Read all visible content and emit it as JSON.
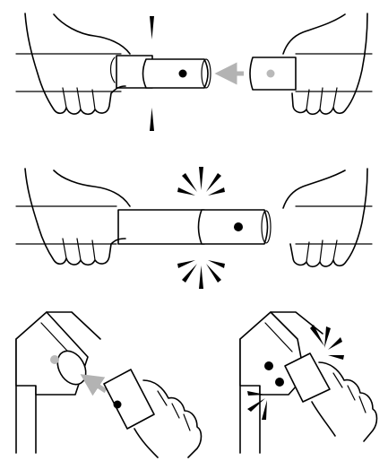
{
  "diagram": {
    "colors": {
      "line": "#000000",
      "pin_active": "#000000",
      "pin_inactive": "#b9b9b9",
      "arrow": "#b3b3b3",
      "background": "#ffffff"
    },
    "panels": [
      {
        "id": "step-1",
        "action": "slide-sleeve-onto-tube",
        "icons": [
          "hand-icon",
          "hand-icon",
          "push-arrow-icon",
          "snap-marker-icon",
          "snap-marker-icon"
        ]
      },
      {
        "id": "step-2",
        "action": "button-snaps-into-hole",
        "icons": [
          "hand-icon",
          "hand-icon",
          "click-burst-icon",
          "click-burst-icon"
        ]
      },
      {
        "id": "step-3",
        "action": "insert-tube-into-corner-connector",
        "icons": [
          "corner-connector-icon",
          "hand-icon",
          "push-arrow-icon"
        ]
      },
      {
        "id": "step-4",
        "action": "button-clicks-into-connector",
        "icons": [
          "corner-connector-icon",
          "hand-icon",
          "click-burst-icon",
          "click-burst-icon"
        ]
      }
    ]
  }
}
